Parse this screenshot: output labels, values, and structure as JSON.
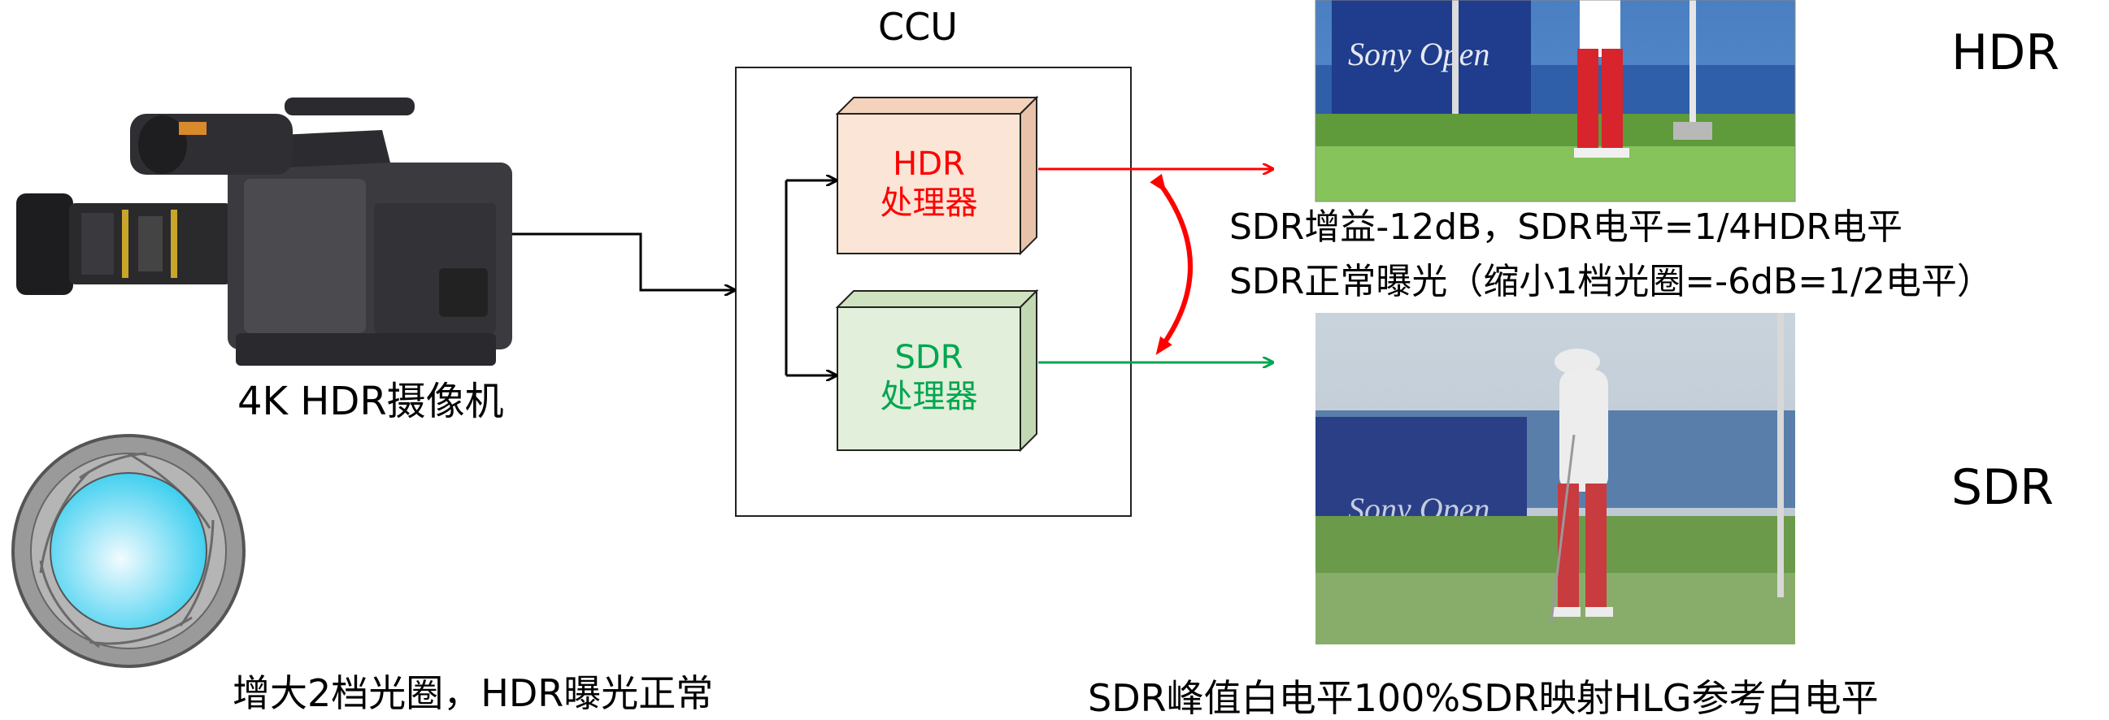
{
  "ccu": {
    "title": "CCU",
    "hdr_box": {
      "line1": "HDR",
      "line2": "处理器"
    },
    "sdr_box": {
      "line1": "SDR",
      "line2": "处理器"
    }
  },
  "camera": {
    "label": "4K HDR摄像机"
  },
  "aperture": {
    "caption": "增大2档光圈，HDR曝光正常"
  },
  "outputs": {
    "hdr_label": "HDR",
    "sdr_label": "SDR",
    "note_line1": "SDR增益-12dB，SDR电平=1/4HDR电平",
    "note_line2": "SDR正常曝光（缩小1档光圈=-6dB=1/2电平）",
    "bottom_caption": "SDR峰值白电平100%SDR映射HLG参考白电平"
  },
  "colors": {
    "hdr_signal": "#ff0000",
    "sdr_signal": "#00a650",
    "hdr_box_fill": "#fbe5d6",
    "sdr_box_fill": "#e2efda",
    "aperture_blue": "#33ccee"
  }
}
